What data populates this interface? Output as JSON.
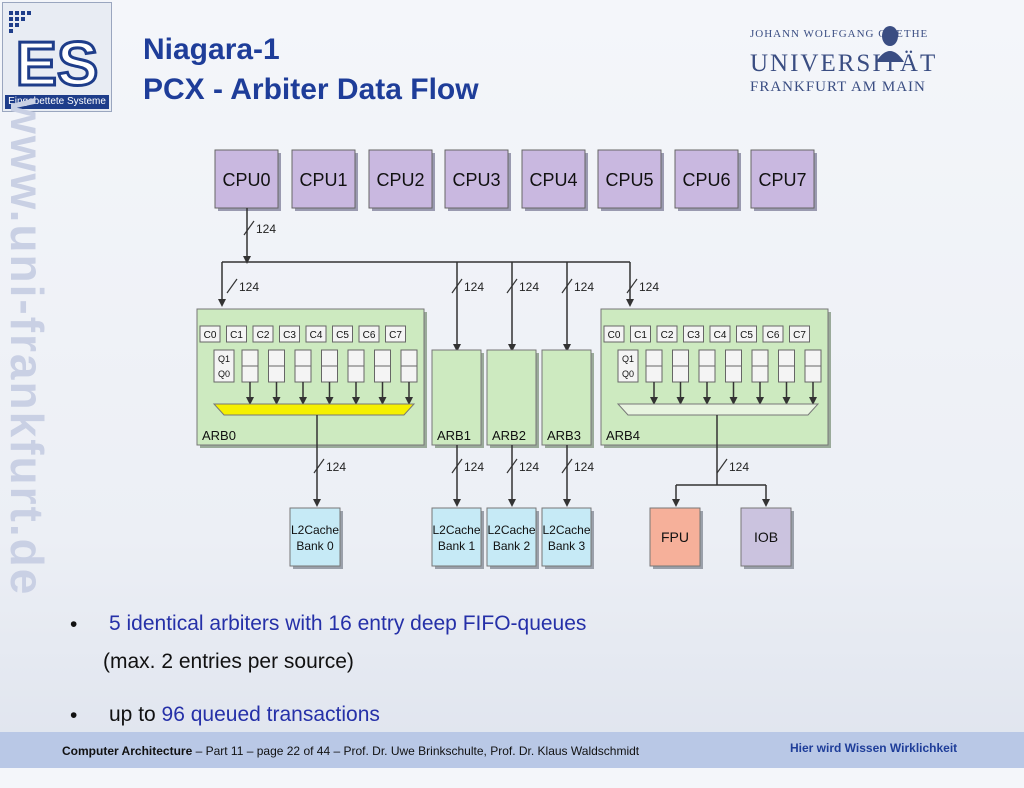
{
  "logo": {
    "text": "ES",
    "subtitle": "Eingebettete Systeme"
  },
  "title": {
    "line1": "Niagara-1",
    "line2": "PCX - Arbiter Data Flow"
  },
  "university": {
    "line1": "JOHANN WOLFGANG GOETHE",
    "line2": "UNIVERSITÄT",
    "line3": "FRANKFURT AM MAIN"
  },
  "watermark": "www.uni-frankfurt.de",
  "diagram": {
    "cpus": [
      "CPU0",
      "CPU1",
      "CPU2",
      "CPU3",
      "CPU4",
      "CPU5",
      "CPU6",
      "CPU7"
    ],
    "bus_width": "124",
    "cell_labels": [
      "C0",
      "C1",
      "C2",
      "C3",
      "C4",
      "C5",
      "C6",
      "C7"
    ],
    "queue_labels": [
      "Q1",
      "Q0"
    ],
    "arbiters": [
      "ARB0",
      "ARB1",
      "ARB2",
      "ARB3",
      "ARB4"
    ],
    "targets": [
      {
        "line1": "L2Cache",
        "line2": "Bank 0"
      },
      {
        "line1": "L2Cache",
        "line2": "Bank 1"
      },
      {
        "line1": "L2Cache",
        "line2": "Bank 2"
      },
      {
        "line1": "L2Cache",
        "line2": "Bank 3"
      },
      {
        "line1": "FPU",
        "line2": ""
      },
      {
        "line1": "IOB",
        "line2": ""
      }
    ]
  },
  "bullets": {
    "b1_marker": "•",
    "b1_text": "5 identical arbiters with 16 entry deep FIFO-queues",
    "b1_sub": "(max. 2 entries per source)",
    "b2_marker": "•",
    "b2_pre": "up to ",
    "b2_highlight": "96 queued transactions"
  },
  "footer": {
    "course": "Computer Architecture",
    "details": " – Part 11 – page 22 of 44 – Prof. Dr. Uwe Brinkschulte, Prof. Dr. Klaus Waldschmidt",
    "slogan": "Hier wird Wissen Wirklichkeit"
  }
}
